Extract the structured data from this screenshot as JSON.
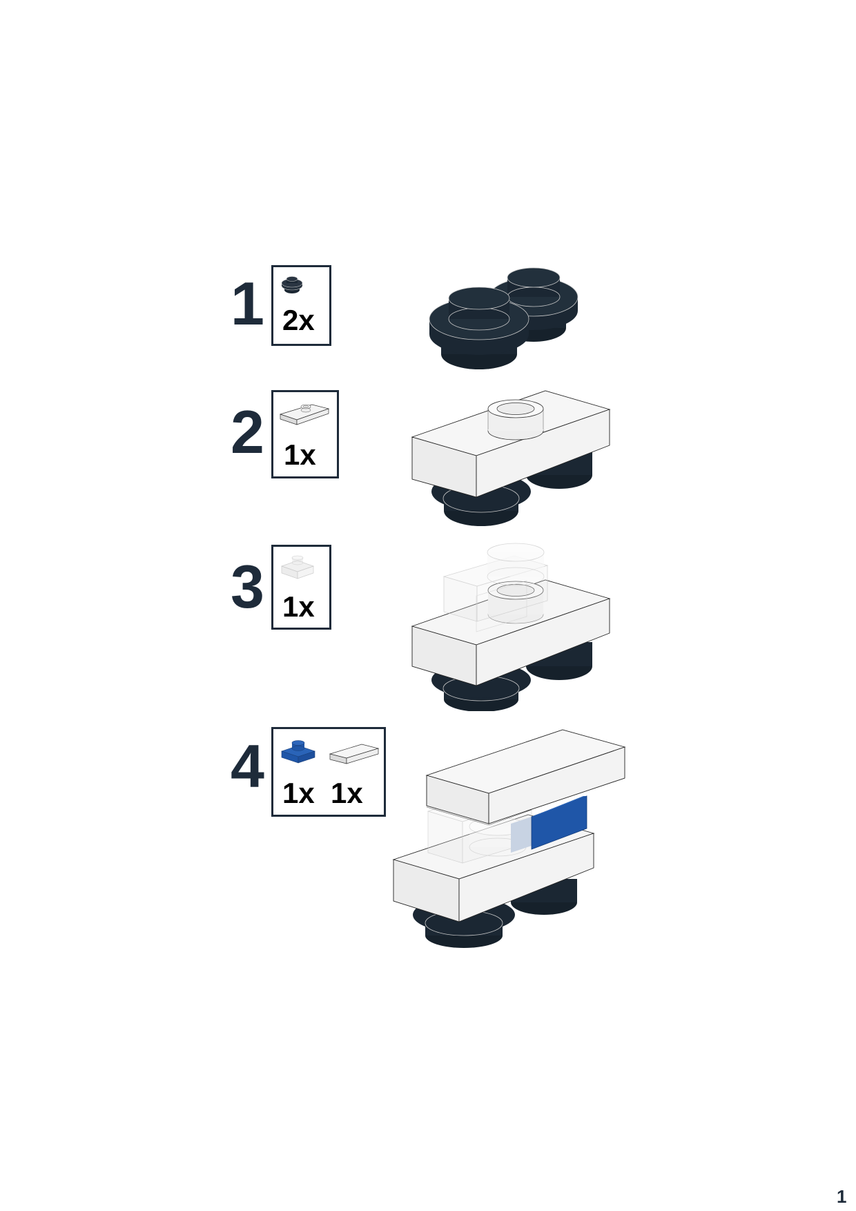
{
  "page": {
    "number": "1"
  },
  "colors": {
    "step_number": "#1e2b3a",
    "box_border": "#1e2b3a",
    "dark_part": "#1b2733",
    "white_part": "#f2f2f2",
    "trans_clear": "rgba(235,235,235,0.45)",
    "blue_part": "#1f56a8"
  },
  "steps": [
    {
      "number": "1",
      "parts": [
        {
          "icon": "round-plate-1x1-dark",
          "quantity": "2x"
        }
      ],
      "model": "two-dark-round-plates"
    },
    {
      "number": "2",
      "parts": [
        {
          "icon": "jumper-plate-1x2-white",
          "quantity": "1x"
        }
      ],
      "model": "white-jumper-on-round-plates"
    },
    {
      "number": "3",
      "parts": [
        {
          "icon": "plate-1x1-trans-clear",
          "quantity": "1x"
        }
      ],
      "model": "trans-clear-plate-added"
    },
    {
      "number": "4",
      "parts": [
        {
          "icon": "plate-1x1-blue",
          "quantity": "1x"
        },
        {
          "icon": "tile-1x2-white",
          "quantity": "1x"
        }
      ],
      "model": "blue-plate-and-white-tile-added"
    }
  ]
}
